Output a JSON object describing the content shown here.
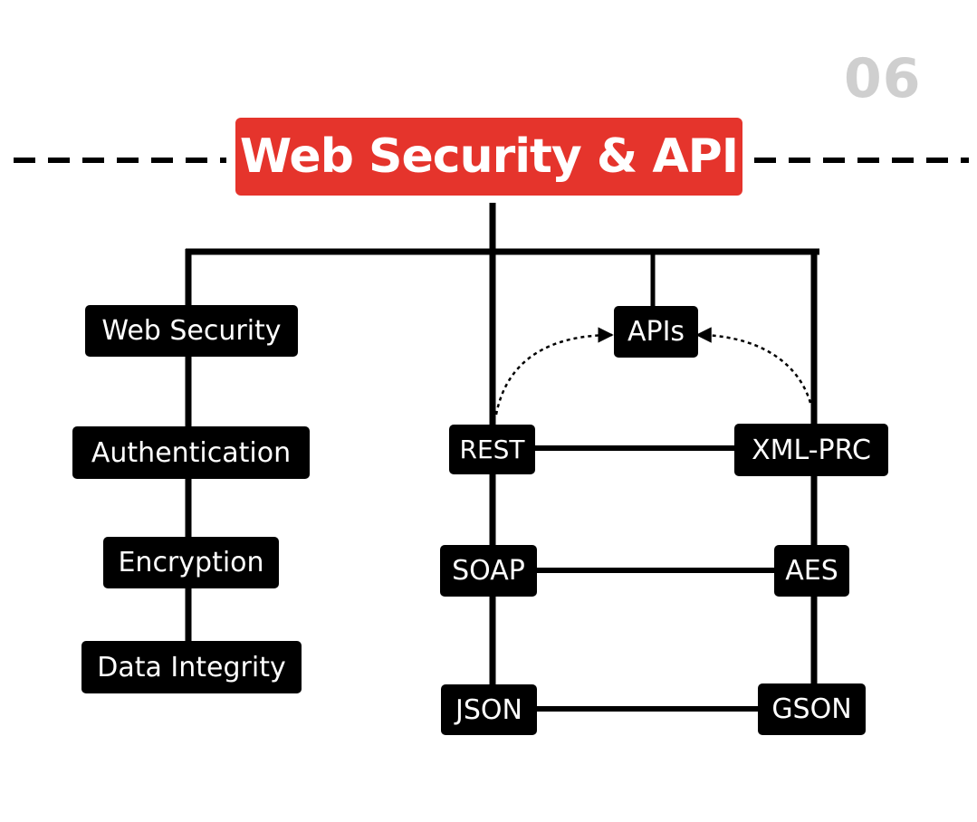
{
  "page_number": "06",
  "title": "Web Security & API",
  "colors": {
    "title_bg": "#e5342c",
    "node_bg": "#000000",
    "node_text": "#ffffff",
    "page_number": "#cfcfcf"
  },
  "left_branch": {
    "items": [
      "Web Security",
      "Authentication",
      "Encryption",
      "Data Integrity"
    ]
  },
  "right_branch": {
    "top": "APIs",
    "left_column": [
      "REST",
      "SOAP",
      "JSON"
    ],
    "right_column": [
      "XML-PRC",
      "AES",
      "GSON"
    ]
  }
}
